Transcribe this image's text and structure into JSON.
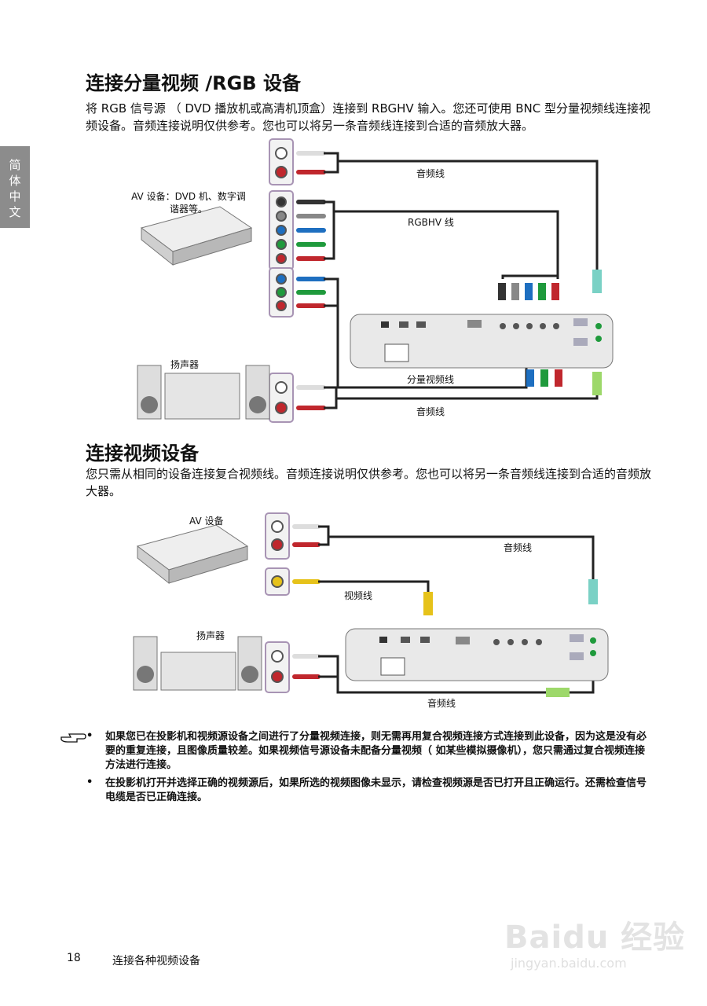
{
  "side_tab": {
    "label": "简体中文"
  },
  "section1": {
    "title": "连接分量视频 /RGB 设备",
    "paragraph": "将 RGB 信号源 （ DVD 播放机或高清机顶盒）连接到 RBGHV 输入。您还可使用 BNC 型分量视频线连接视频设备。音频连接说明仅供参考。您也可以将另一条音频线连接到合适的音频放大器。",
    "diagram": {
      "av_device_label": "AV 设备：DVD 机、数字调谐器等。",
      "speaker_label": "扬声器",
      "audio_cable_top": "音频线",
      "rgbhv_cable": "RGBHV 线",
      "component_cable": "分量视频线",
      "audio_cable_bottom": "音频线"
    }
  },
  "section2": {
    "title": "连接视频设备",
    "paragraph": "您只需从相同的设备连接复合视频线。音频连接说明仅供参考。您也可以将另一条音频线连接到合适的音频放大器。",
    "diagram": {
      "av_device_label": "AV 设备",
      "speaker_label": "扬声器",
      "audio_cable_top": "音频线",
      "video_cable": "视频线",
      "audio_cable_bottom": "音频线"
    }
  },
  "notes": {
    "icon": "pointing-hand-icon",
    "items": [
      "如果您已在投影机和视频源设备之间进行了分量视频连接，则无需再用复合视频连接方式连接到此设备，因为这是没有必要的重复连接，且图像质量较差。如果视频信号源设备未配备分量视频（ 如某些模拟摄像机），您只需通过复合视频连接方法进行连接。",
      "在投影机打开并选择正确的视频源后，如果所选的视频图像未显示，请检查视频源是否已打开且正确运行。还需检查信号电缆是否已正确连接。"
    ]
  },
  "footer": {
    "page_number": "18",
    "title": "连接各种视频设备"
  },
  "watermark": {
    "brand": "Baidu 经验",
    "url": "jingyan.baidu.com"
  },
  "colors": {
    "tab": "#8c8c8c",
    "panel_border": "#a894b4",
    "cable": "#222222"
  }
}
